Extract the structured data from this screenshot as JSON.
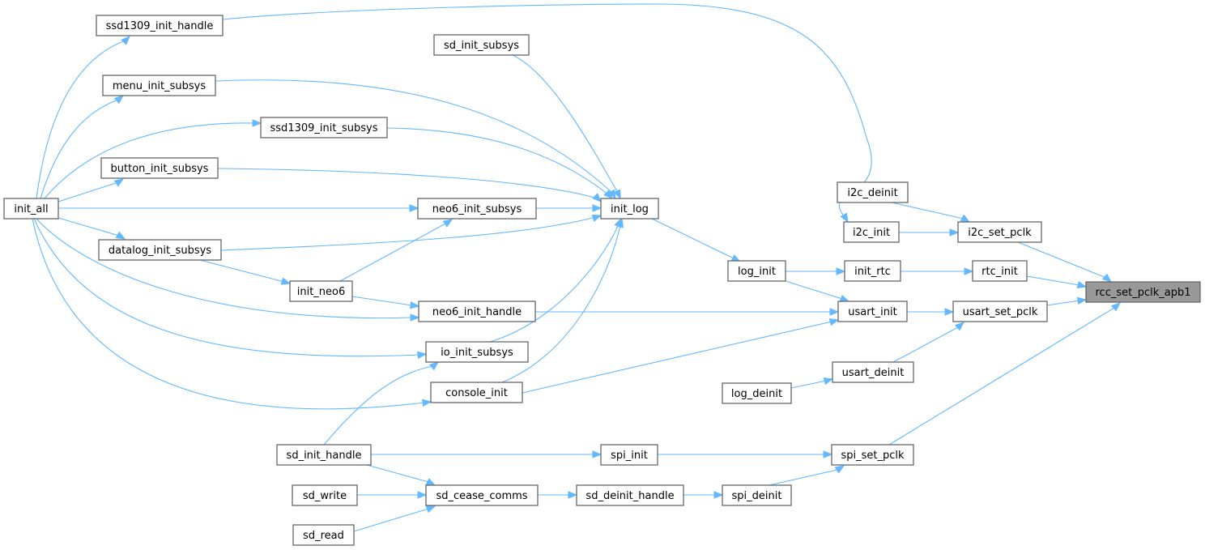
{
  "graph": {
    "type": "caller-graph",
    "focus_node": "rcc_set_pclk_apb1",
    "colors": {
      "edge": "#63b8ff",
      "node_border": "#666666",
      "node_fill": "#ffffff",
      "focus_fill": "#999999"
    },
    "nodes": [
      {
        "id": "rcc_set_pclk_apb1",
        "label": "rcc_set_pclk_apb1",
        "focus": true
      },
      {
        "id": "i2c_set_pclk",
        "label": "i2c_set_pclk"
      },
      {
        "id": "rtc_init",
        "label": "rtc_init"
      },
      {
        "id": "usart_set_pclk",
        "label": "usart_set_pclk"
      },
      {
        "id": "spi_set_pclk",
        "label": "spi_set_pclk"
      },
      {
        "id": "i2c_deinit",
        "label": "i2c_deinit"
      },
      {
        "id": "i2c_init",
        "label": "i2c_init"
      },
      {
        "id": "init_rtc",
        "label": "init_rtc"
      },
      {
        "id": "usart_init",
        "label": "usart_init"
      },
      {
        "id": "usart_deinit",
        "label": "usart_deinit"
      },
      {
        "id": "log_deinit",
        "label": "log_deinit"
      },
      {
        "id": "spi_init",
        "label": "spi_init"
      },
      {
        "id": "spi_deinit",
        "label": "spi_deinit"
      },
      {
        "id": "log_init",
        "label": "log_init"
      },
      {
        "id": "sd_deinit_handle",
        "label": "sd_deinit_handle"
      },
      {
        "id": "init_log",
        "label": "init_log"
      },
      {
        "id": "sd_cease_comms",
        "label": "sd_cease_comms"
      },
      {
        "id": "sd_init_subsys",
        "label": "sd_init_subsys"
      },
      {
        "id": "neo6_init_subsys",
        "label": "neo6_init_subsys"
      },
      {
        "id": "neo6_init_handle",
        "label": "neo6_init_handle"
      },
      {
        "id": "io_init_subsys",
        "label": "io_init_subsys"
      },
      {
        "id": "console_init",
        "label": "console_init"
      },
      {
        "id": "ssd1309_init_subsys",
        "label": "ssd1309_init_subsys"
      },
      {
        "id": "init_neo6",
        "label": "init_neo6"
      },
      {
        "id": "sd_init_handle",
        "label": "sd_init_handle"
      },
      {
        "id": "sd_write",
        "label": "sd_write"
      },
      {
        "id": "sd_read",
        "label": "sd_read"
      },
      {
        "id": "ssd1309_init_handle",
        "label": "ssd1309_init_handle"
      },
      {
        "id": "menu_init_subsys",
        "label": "menu_init_subsys"
      },
      {
        "id": "button_init_subsys",
        "label": "button_init_subsys"
      },
      {
        "id": "datalog_init_subsys",
        "label": "datalog_init_subsys"
      },
      {
        "id": "init_all",
        "label": "init_all"
      }
    ],
    "edges": [
      {
        "from": "i2c_set_pclk",
        "to": "rcc_set_pclk_apb1"
      },
      {
        "from": "rtc_init",
        "to": "rcc_set_pclk_apb1"
      },
      {
        "from": "usart_set_pclk",
        "to": "rcc_set_pclk_apb1"
      },
      {
        "from": "spi_set_pclk",
        "to": "rcc_set_pclk_apb1"
      },
      {
        "from": "i2c_deinit",
        "to": "i2c_set_pclk"
      },
      {
        "from": "i2c_init",
        "to": "i2c_set_pclk"
      },
      {
        "from": "init_rtc",
        "to": "rtc_init"
      },
      {
        "from": "usart_init",
        "to": "usart_set_pclk"
      },
      {
        "from": "usart_deinit",
        "to": "usart_set_pclk"
      },
      {
        "from": "spi_init",
        "to": "spi_set_pclk"
      },
      {
        "from": "spi_deinit",
        "to": "spi_set_pclk"
      },
      {
        "from": "ssd1309_init_handle",
        "to": "i2c_init"
      },
      {
        "from": "log_init",
        "to": "init_rtc"
      },
      {
        "from": "log_init",
        "to": "usart_init"
      },
      {
        "from": "neo6_init_handle",
        "to": "usart_init"
      },
      {
        "from": "console_init",
        "to": "usart_init"
      },
      {
        "from": "log_deinit",
        "to": "usart_deinit"
      },
      {
        "from": "sd_init_handle",
        "to": "spi_init"
      },
      {
        "from": "sd_deinit_handle",
        "to": "spi_deinit"
      },
      {
        "from": "init_log",
        "to": "log_init"
      },
      {
        "from": "sd_cease_comms",
        "to": "sd_deinit_handle"
      },
      {
        "from": "sd_init_handle",
        "to": "sd_cease_comms"
      },
      {
        "from": "sd_write",
        "to": "sd_cease_comms"
      },
      {
        "from": "sd_read",
        "to": "sd_cease_comms"
      },
      {
        "from": "sd_init_subsys",
        "to": "init_log"
      },
      {
        "from": "menu_init_subsys",
        "to": "init_log"
      },
      {
        "from": "ssd1309_init_subsys",
        "to": "init_log"
      },
      {
        "from": "button_init_subsys",
        "to": "init_log"
      },
      {
        "from": "neo6_init_subsys",
        "to": "init_log"
      },
      {
        "from": "init_all",
        "to": "init_log"
      },
      {
        "from": "datalog_init_subsys",
        "to": "init_log"
      },
      {
        "from": "io_init_subsys",
        "to": "init_log"
      },
      {
        "from": "console_init",
        "to": "init_log"
      },
      {
        "from": "init_all",
        "to": "neo6_init_subsys"
      },
      {
        "from": "init_neo6",
        "to": "neo6_init_subsys"
      },
      {
        "from": "init_neo6",
        "to": "neo6_init_handle"
      },
      {
        "from": "init_all",
        "to": "neo6_init_handle"
      },
      {
        "from": "init_all",
        "to": "io_init_subsys"
      },
      {
        "from": "sd_init_handle",
        "to": "io_init_subsys"
      },
      {
        "from": "init_all",
        "to": "console_init"
      },
      {
        "from": "datalog_init_subsys",
        "to": "init_neo6"
      },
      {
        "from": "init_all",
        "to": "datalog_init_subsys"
      },
      {
        "from": "init_all",
        "to": "ssd1309_init_handle"
      },
      {
        "from": "init_all",
        "to": "menu_init_subsys"
      },
      {
        "from": "init_all",
        "to": "ssd1309_init_subsys"
      },
      {
        "from": "init_all",
        "to": "button_init_subsys"
      }
    ]
  }
}
